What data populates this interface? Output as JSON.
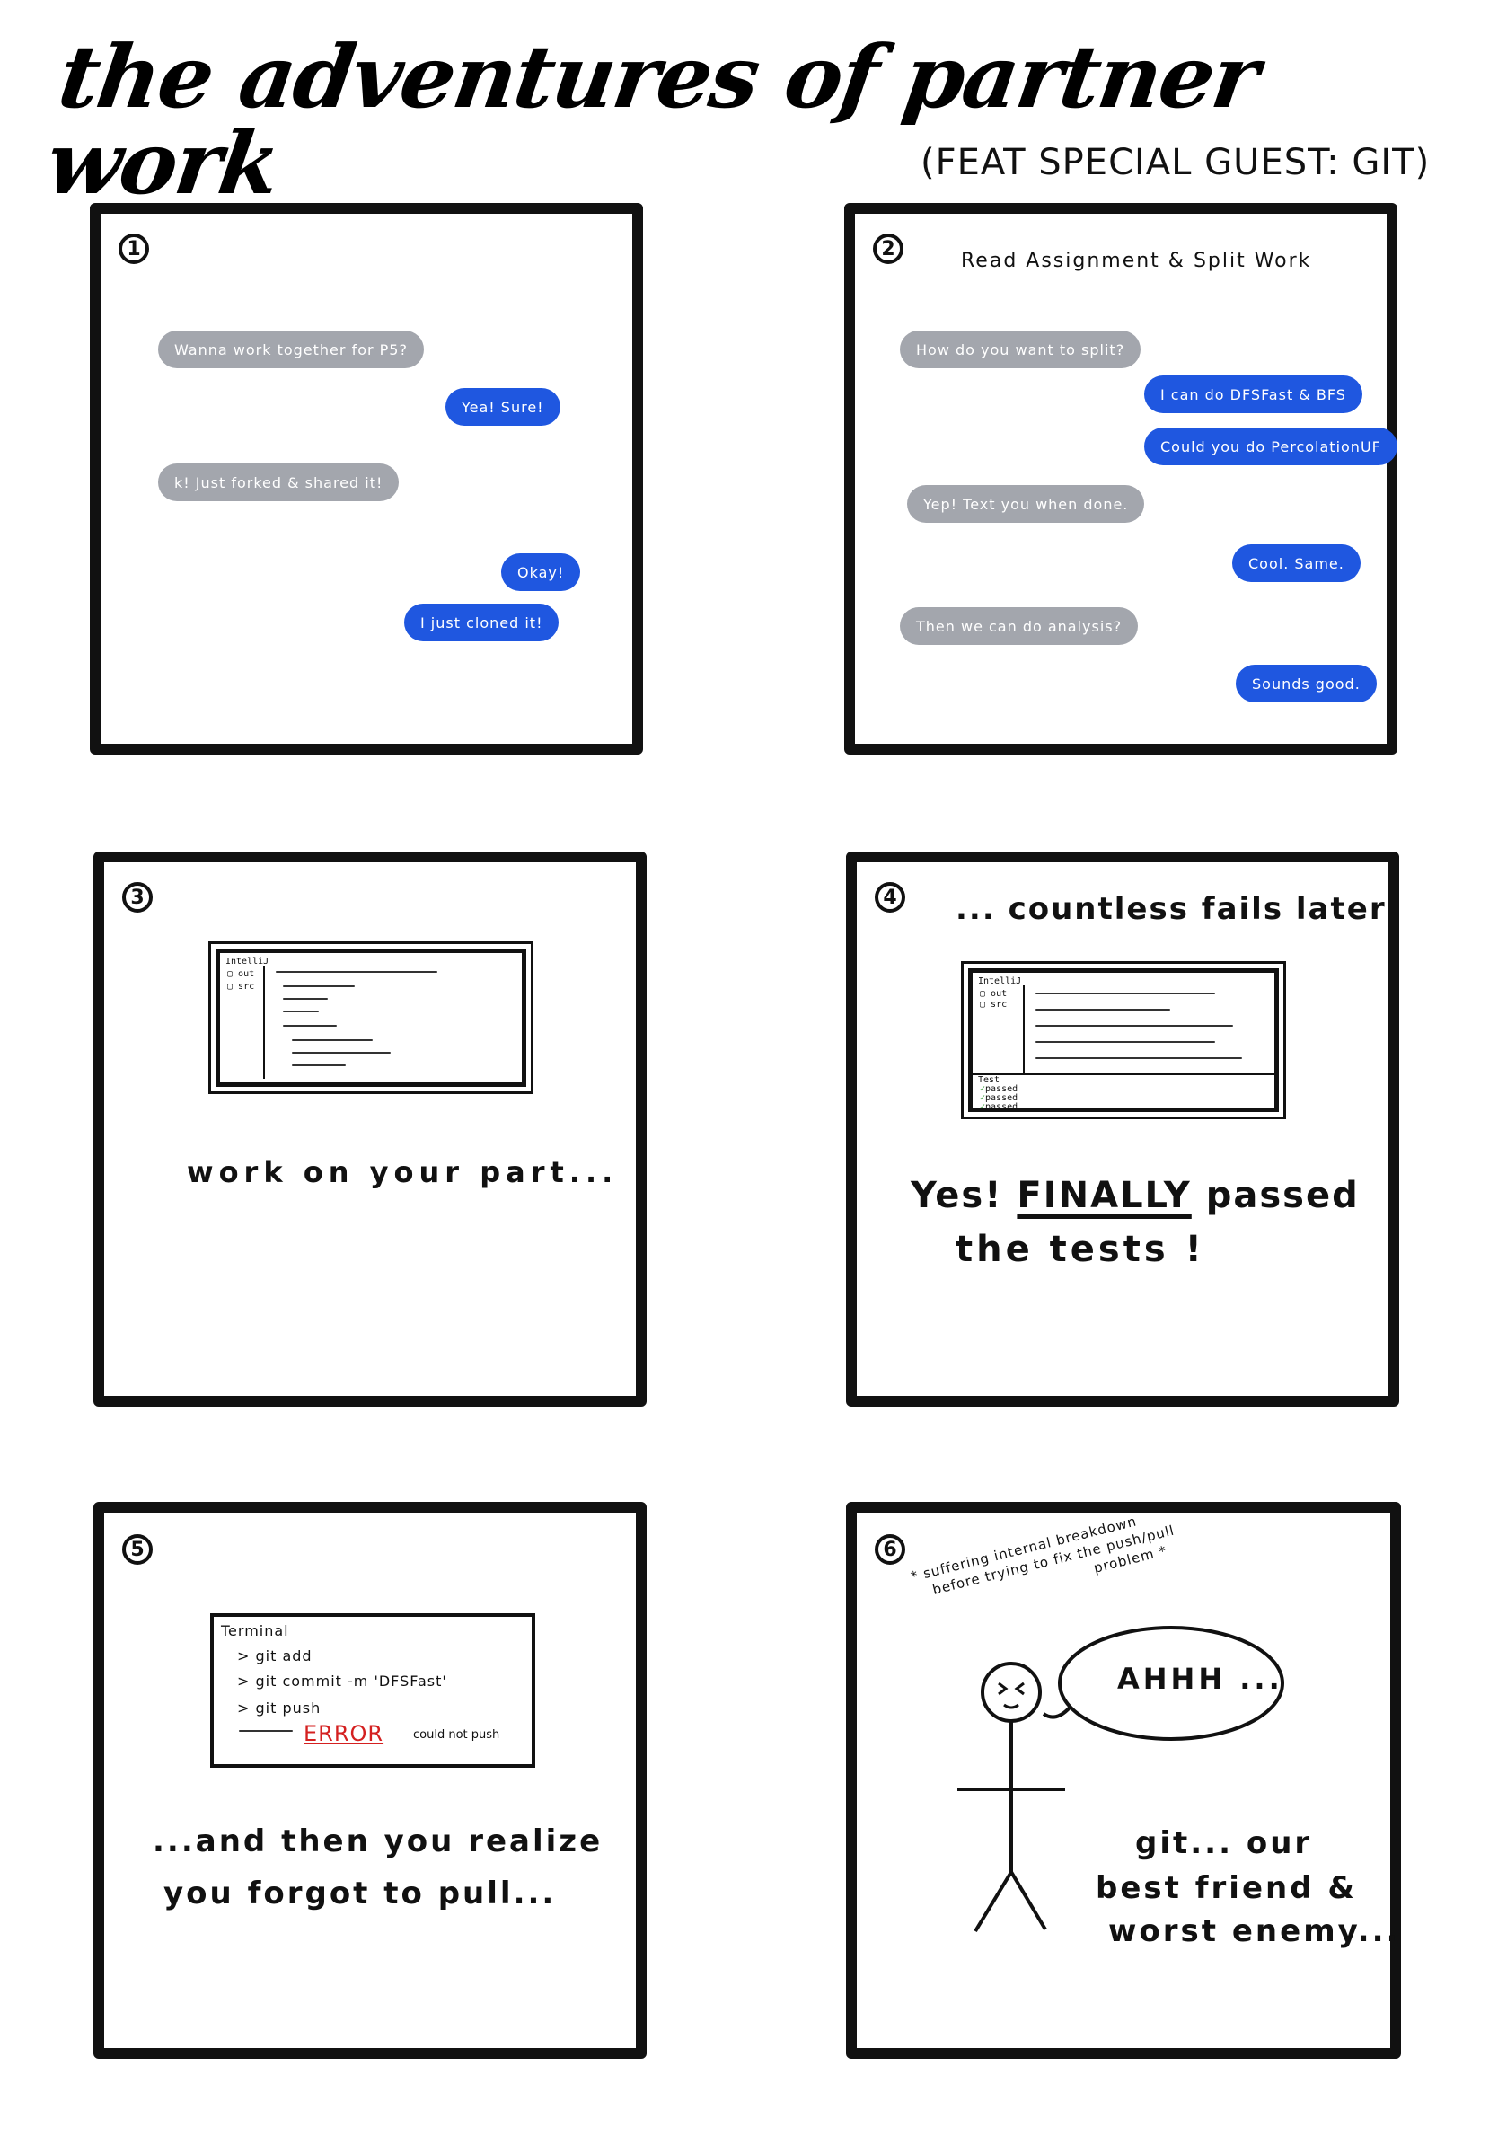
{
  "header": {
    "title": "the adventures of partner work",
    "subtitle": "(FEAT SPECIAL GUEST: GIT)"
  },
  "panels": {
    "p1": {
      "number": "1",
      "messages": [
        {
          "text": "Wanna work together for P5?",
          "side": "left"
        },
        {
          "text": "Yea! Sure!",
          "side": "right"
        },
        {
          "text": "k! Just forked & shared it!",
          "side": "left"
        },
        {
          "text": "Okay!",
          "side": "right"
        },
        {
          "text": "I just cloned it!",
          "side": "right"
        }
      ]
    },
    "p2": {
      "number": "2",
      "heading": "Read Assignment & Split Work",
      "messages": [
        {
          "text": "How do you want to split?",
          "side": "left"
        },
        {
          "text": "I can do DFSFast & BFS",
          "side": "right"
        },
        {
          "text": "Could you do PercolationUF",
          "side": "right"
        },
        {
          "text": "Yep! Text you when done.",
          "side": "left"
        },
        {
          "text": "Cool. Same.",
          "side": "right"
        },
        {
          "text": "Then we can do analysis?",
          "side": "left"
        },
        {
          "text": "Sounds good.",
          "side": "right"
        }
      ]
    },
    "p3": {
      "number": "3",
      "ide_title": "IntelliJ",
      "tree": [
        "out",
        "src"
      ],
      "caption": "work on your part..."
    },
    "p4": {
      "number": "4",
      "heading": "... countless fails later",
      "ide_title": "IntelliJ",
      "tree": [
        "out",
        "src"
      ],
      "test_label": "Test",
      "tests": [
        "passed",
        "passed",
        "passed"
      ],
      "caption_pre": "Yes!",
      "caption_emph": "FINALLY",
      "caption_post": "passed",
      "caption_line2": "the tests !"
    },
    "p5": {
      "number": "5",
      "terminal_title": "Terminal",
      "commands": [
        "> git add",
        "> git commit -m 'DFSFast'",
        "> git push"
      ],
      "error": "ERROR",
      "error_msg": "could not push",
      "caption_line1": "...and then you realize",
      "caption_line2": "you forgot to pull..."
    },
    "p6": {
      "number": "6",
      "note_line1": "* suffering internal breakdown",
      "note_line2": "before trying to fix the push/pull",
      "note_line3": "problem *",
      "shout": "AHHH ...",
      "caption_line1": "git... our",
      "caption_line2": "best friend &",
      "caption_line3": "worst enemy..."
    }
  },
  "colors": {
    "gray_bubble": "#a3a6ad",
    "blue_bubble": "#1f57e0",
    "error": "#d42020",
    "check": "#2a9a2a"
  }
}
